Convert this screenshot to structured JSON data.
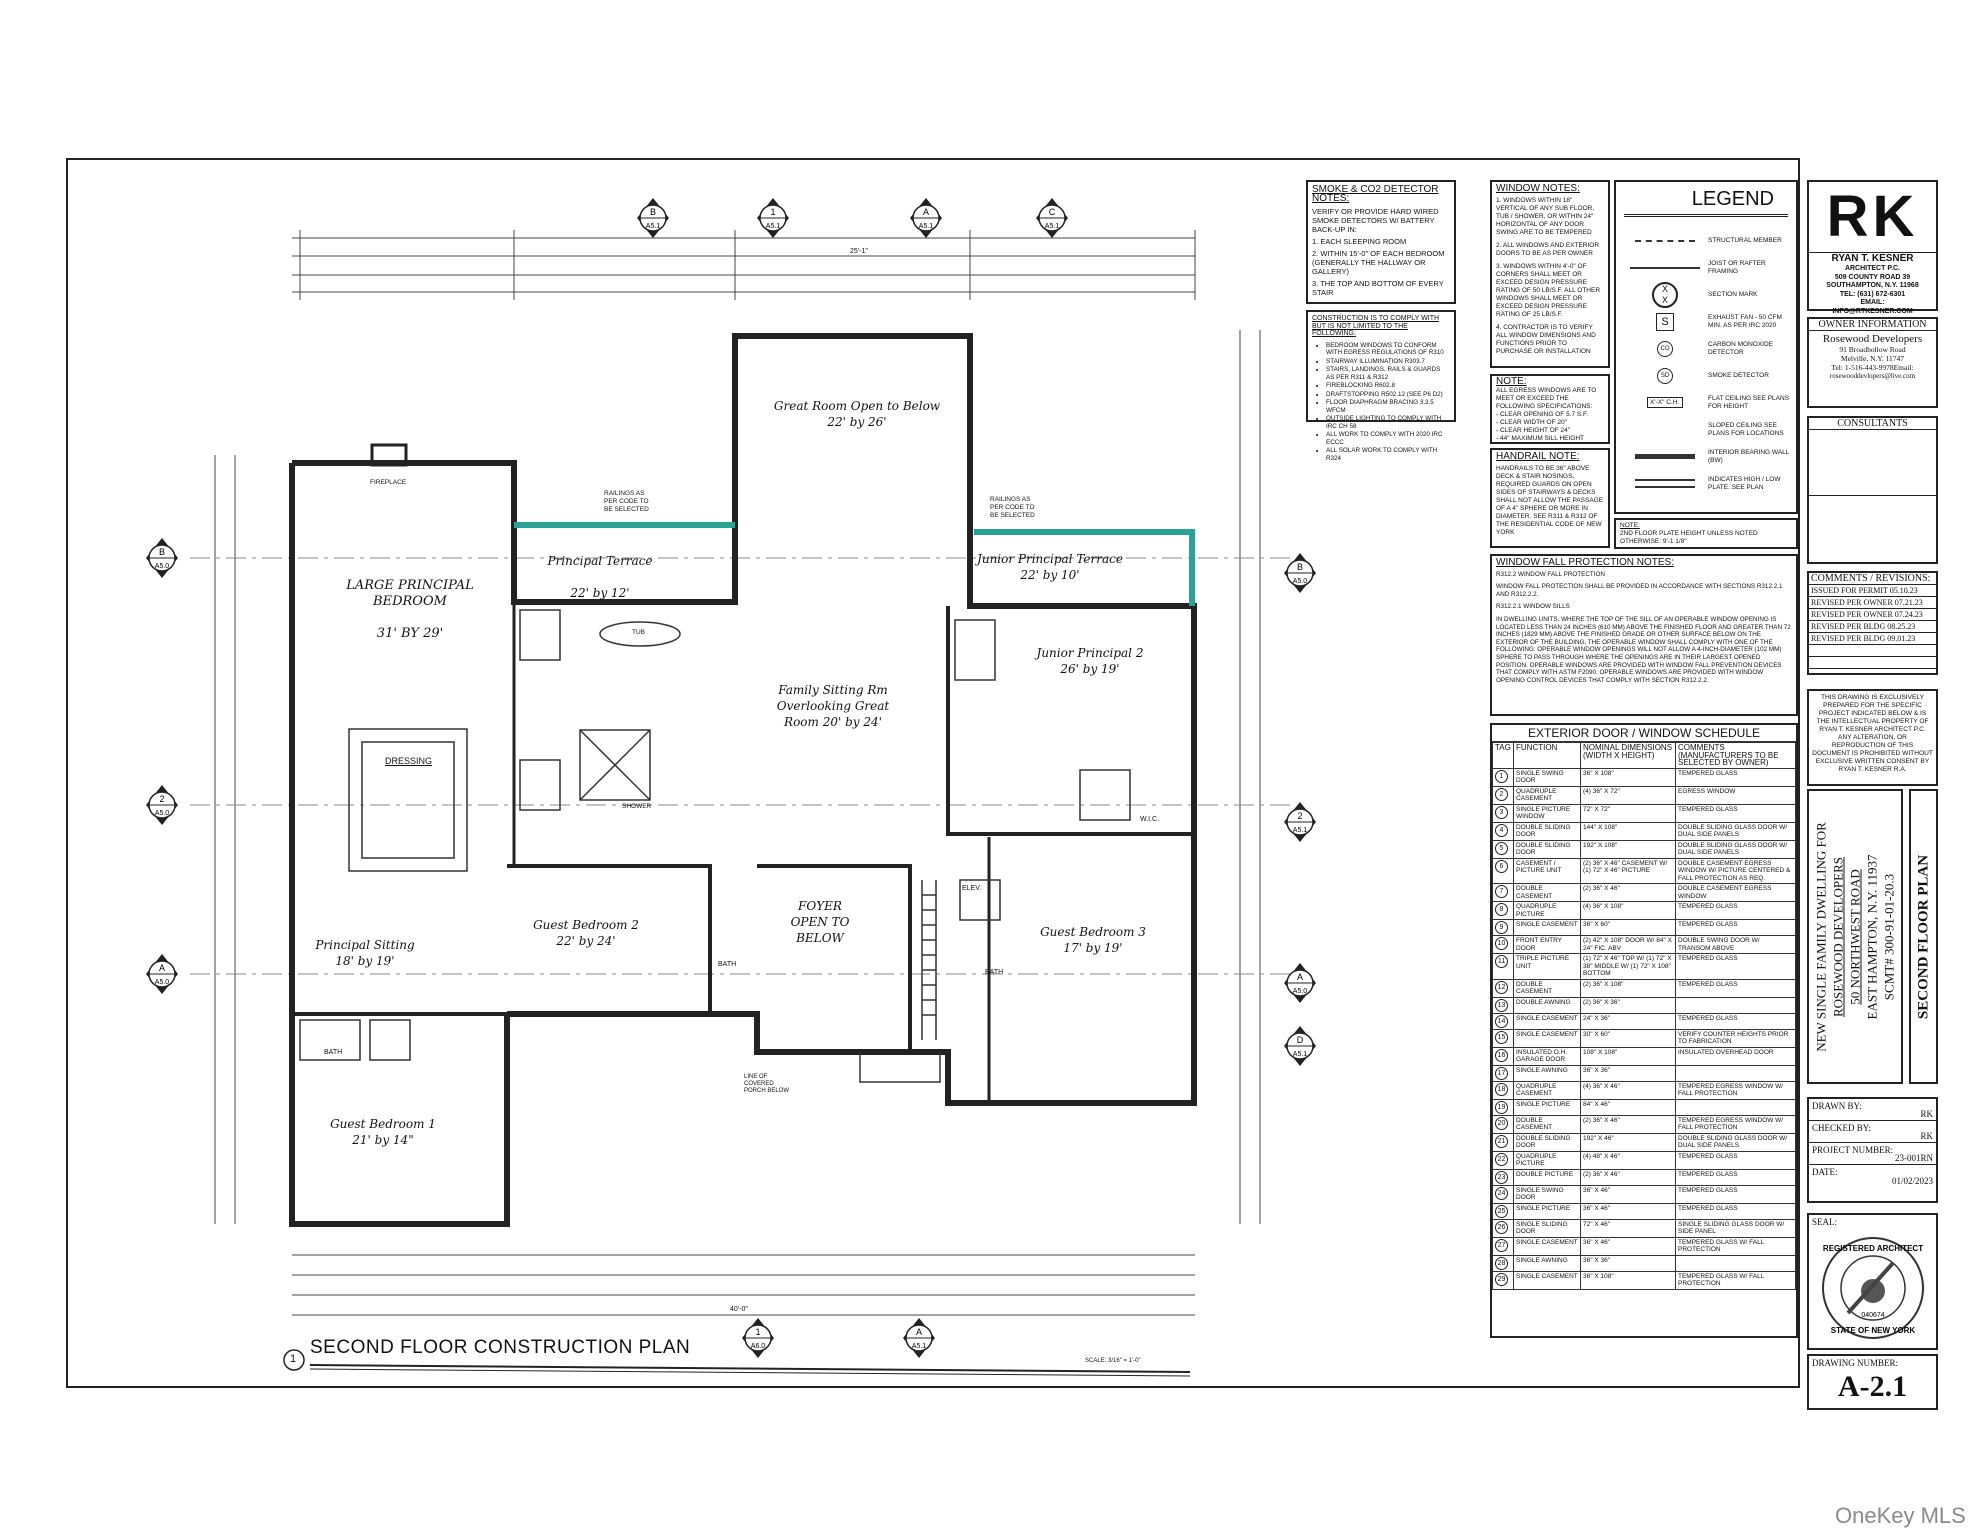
{
  "plan": {
    "title": "SECOND FLOOR CONSTRUCTION PLAN",
    "title_tag": "1",
    "scale": "SCALE: 3/16\" = 1'-0\"",
    "overall_dimension": "40'-0\"",
    "top_dimension": "25'-1\"",
    "rooms": {
      "large_principal_bedroom": "LARGE PRINCIPAL BEDROOM\n\n31' BY 29'",
      "principal_terrace": "Principal Terrace\n\n22' by 12'",
      "great_room": "Great Room Open to Below\n22' by 26'",
      "junior_principal_terrace": "Junior Principal Terrace\n22' by 10'",
      "junior_principal_2": "Junior Principal 2\n26' by 19'",
      "family_sitting": "Family Sitting Rm\nOverlooking Great\nRoom  20' by 24'",
      "foyer": "FOYER\nOPEN TO\nBELOW",
      "guest_bedroom_2": "Guest Bedroom 2\n22' by 24'",
      "guest_bedroom_3": "Guest Bedroom 3\n17' by 19'",
      "principal_sitting": "Principal Sitting\n18' by 19'",
      "guest_bedroom_1": "Guest Bedroom 1\n21' by 14\"",
      "dressing": "DRESSING"
    },
    "annotations": {
      "railings_left": "RAILINGS AS\nPER CODE TO\nBE SELECTED",
      "railings_right": "RAILINGS AS\nPER CODE TO\nBE SELECTED",
      "fireplace": "FIREPLACE",
      "bath": "BATH",
      "elev": "ELEV.",
      "wic": "W.I.C.",
      "tub": "TUB",
      "shower": "SHOWER",
      "covered_porch": "LINE OF\nCOVERED\nPORCH BELOW"
    },
    "section_marks": [
      {
        "top": "B",
        "bottom": "A5.1"
      },
      {
        "top": "1",
        "bottom": "A5.1"
      },
      {
        "top": "A",
        "bottom": "A5.1"
      },
      {
        "top": "C",
        "bottom": "A5.1"
      },
      {
        "top": "B",
        "bottom": "A5.0"
      },
      {
        "top": "2",
        "bottom": "A5.0"
      },
      {
        "top": "A",
        "bottom": "A5.0"
      },
      {
        "top": "B",
        "bottom": "A5.0"
      },
      {
        "top": "2",
        "bottom": "A5.1"
      },
      {
        "top": "A",
        "bottom": "A5.0"
      },
      {
        "top": "D",
        "bottom": "A5.1"
      },
      {
        "top": "1",
        "bottom": "A6.0"
      },
      {
        "top": "A",
        "bottom": "A5.1"
      }
    ],
    "terrace_rail_color": "#2aa394"
  },
  "notes": {
    "smoke": {
      "title": "SMOKE & CO2 DETECTOR NOTES:",
      "lines": [
        "VERIFY OR PROVIDE HARD WIRED SMOKE DETECTORS W/ BATTERY BACK-UP IN:",
        "1. EACH SLEEPING ROOM",
        "2. WITHIN 15'-0\" OF EACH BEDROOM (GENERALLY THE HALLWAY OR GALLERY)",
        "3. THE TOP AND BOTTOM OF EVERY STAIR"
      ]
    },
    "construction": {
      "title": "CONSTRUCTION IS TO COMPLY WITH BUT IS NOT LIMITED TO THE FOLLOWING:",
      "items": [
        "BEDROOM WINDOWS TO CONFORM WITH EGRESS REGULATIONS OF R310",
        "STAIRWAY ILLUMINATION R303.7",
        "STAIRS, LANDINGS, RAILS & GUARDS AS PER R311 & R312",
        "FIREBLOCKING R602.8",
        "DRAFTSTOPPING R502.12 (SEE P6 D2)",
        "FLOOR DIAPHRAGM BRACING 3.3.5 WFCM",
        "OUTSIDE LIGHTING TO COMPLY WITH IRC CH 58",
        "ALL WORK TO COMPLY WITH 2020 IRC ECCC",
        "ALL SOLAR WORK TO COMPLY WITH R324"
      ]
    },
    "window": {
      "title": "WINDOW NOTES:",
      "lines": [
        "1. WINDOWS WITHIN 18\" VERTICAL OF ANY SUB FLOOR, TUB / SHOWER, OR WITHIN 24\" HORIZONTAL OF ANY DOOR SWING ARE TO BE TEMPERED",
        "2. ALL WINDOWS AND EXTERIOR DOORS TO BE AS PER OWNER",
        "3. WINDOWS WITHIN 4'-0\" OF CORNERS SHALL MEET OR EXCEED DESIGN PRESSURE RATING OF 50 lb/S.F. ALL OTHER WINDOWS SHALL MEET OR EXCEED DESIGN PRESSURE RATING OF 25 lb/S.F.",
        "4. CONTRACTOR IS TO VERIFY ALL WINDOW DIMENSIONS AND FUNCTIONS PRIOR TO PURCHASE OR INSTALLATION"
      ]
    },
    "egress": {
      "title": "NOTE:",
      "lines": [
        "ALL EGRESS WINDOWS ARE TO MEET OR EXCEED THE FOLLOWING SPECIFICATIONS:",
        "- CLEAR OPENING OF 5.7 S.F.",
        "- CLEAR WIDTH OF 20\"",
        "- CLEAR HEIGHT OF 24\"",
        "- 44\" MAXIMUM SILL HEIGHT"
      ]
    },
    "handrail": {
      "title": "HANDRAIL NOTE:",
      "text": "HANDRAILS TO BE 36\" ABOVE DECK & STAIR NOSINGS, REQUIRED GUARDS ON OPEN SIDES OF STAIRWAYS & DECKS SHALL NOT ALLOW THE PASSAGE OF A 4\" SPHERE OR MORE IN DIAMETER. SEE R311 & R312 OF THE RESIDENTIAL CODE OF NEW YORK"
    },
    "plate": {
      "title": "NOTE:",
      "text": "2ND FLOOR PLATE HEIGHT UNLESS NOTED OTHERWISE: 9'-1 1/8\""
    },
    "fall": {
      "title": "WINDOW FALL PROTECTION NOTES:",
      "lines": [
        "R312.2 WINDOW FALL PROTECTION",
        "WINDOW FALL PROTECTION SHALL BE PROVIDED IN ACCORDANCE WITH SECTIONS R312.2.1 AND R312.2.2.",
        "R312.2.1 WINDOW SILLS",
        "IN DWELLING UNITS, WHERE THE TOP OF THE SILL OF AN OPERABLE WINDOW OPENING IS LOCATED LESS THAN 24 INCHES (610 MM) ABOVE THE FINISHED FLOOR AND GREATER THAN 72 INCHES (1829 MM) ABOVE THE FINISHED GRADE OR OTHER SURFACE BELOW ON THE EXTERIOR OF THE BUILDING, THE OPERABLE WINDOW SHALL COMPLY WITH ONE OF THE FOLLOWING: OPERABLE WINDOW OPENINGS WILL NOT ALLOW A 4-INCH-DIAMETER (102 MM) SPHERE TO PASS THROUGH WHERE THE OPENINGS ARE IN THEIR LARGEST OPENED POSITION. OPERABLE WINDOWS ARE PROVIDED WITH WINDOW FALL PREVENTION DEVICES THAT COMPLY WITH ASTM F2090. OPERABLE WINDOWS ARE PROVIDED WITH WINDOW OPENING CONTROL DEVICES THAT COMPLY WITH SECTION R312.2.2."
      ]
    }
  },
  "legend": {
    "title": "LEGEND",
    "items": [
      {
        "icon": "structural-member",
        "label": "STRUCTURAL MEMBER"
      },
      {
        "icon": "joist-arrow",
        "label": "JOIST OR RAFTER FRAMING"
      },
      {
        "icon": "section-mark",
        "label": "SECTION MARK",
        "symbol": "X"
      },
      {
        "icon": "exhaust-fan",
        "label": "EXHAUST FAN - 50 CFM MIN. AS PER IRC 2020",
        "symbol": "S"
      },
      {
        "icon": "co-detector",
        "label": "CARBON MONOXIDE DETECTOR",
        "symbol": "CO"
      },
      {
        "icon": "smoke-detector",
        "label": "SMOKE DETECTOR",
        "symbol": "SD"
      },
      {
        "icon": "flat-ceiling",
        "label": "FLAT CEILING SEE PLANS FOR HEIGHT",
        "symbol": "X'-X\" C.H."
      },
      {
        "icon": "none",
        "label": "SLOPED CEILING SEE PLANS FOR LOCATIONS"
      },
      {
        "icon": "bearing-wall",
        "label": "INTERIOR BEARING WALL (BW)"
      },
      {
        "icon": "plate-wall",
        "label": "INDICATES HIGH / LOW PLATE. SEE PLAN"
      }
    ]
  },
  "schedule": {
    "title": "EXTERIOR DOOR / WINDOW SCHEDULE",
    "headers": [
      "TAG",
      "FUNCTION",
      "NOMINAL DIMENSIONS (WIDTH X HEIGHT)",
      "COMMENTS (MANUFACTURERS TO BE SELECTED BY OWNER)"
    ],
    "rows": [
      [
        "1",
        "SINGLE SWING DOOR",
        "36\" X 108\"",
        "TEMPERED GLASS"
      ],
      [
        "2",
        "QUADRUPLE CASEMENT",
        "(4) 36\" X 72\"",
        "EGRESS WINDOW"
      ],
      [
        "3",
        "SINGLE PICTURE WINDOW",
        "72\" X 72\"",
        "TEMPERED GLASS"
      ],
      [
        "4",
        "DOUBLE SLIDING DOOR",
        "144\" X 108\"",
        "DOUBLE SLIDING GLASS DOOR W/ DUAL SIDE PANELS"
      ],
      [
        "5",
        "DOUBLE SLIDING DOOR",
        "192\" X 108\"",
        "DOUBLE SLIDING GLASS DOOR W/ DUAL SIDE PANELS"
      ],
      [
        "6",
        "CASEMENT / PICTURE UNIT",
        "(2) 36\" X 46\" CASEMENT W/ (1) 72\" X 46\" PICTURE",
        "DOUBLE CASEMENT EGRESS WINDOW W/ PICTURE CENTERED & FALL PROTECTION AS REQ."
      ],
      [
        "7",
        "DOUBLE CASEMENT",
        "(2) 36\" X 46\"",
        "DOUBLE CASEMENT EGRESS WINDOW"
      ],
      [
        "8",
        "QUADRUPLE PICTURE",
        "(4) 36\" X 108\"",
        "TEMPERED GLASS"
      ],
      [
        "9",
        "SINGLE CASEMENT",
        "36\" X 60\"",
        "TEMPERED GLASS"
      ],
      [
        "10",
        "FRONT ENTRY DOOR",
        "(2) 42\" X 108\" DOOR W/ 84\" X 24\" FIC. ABV",
        "DOUBLE SWING DOOR W/ TRANSOM ABOVE"
      ],
      [
        "11",
        "TRIPLE PICTURE UNIT",
        "(1) 72\" X 46\" TOP W/ (1) 72\" X 38\" MIDDLE W/ (1) 72\" X 108\" BOTTOM",
        "TEMPERED GLASS"
      ],
      [
        "12",
        "DOUBLE CASEMENT",
        "(2) 36\" X 108\"",
        "TEMPERED GLASS"
      ],
      [
        "13",
        "DOUBLE AWNING",
        "(2) 36\" X 36\"",
        ""
      ],
      [
        "14",
        "SINGLE CASEMENT",
        "24\" X 36\"",
        "TEMPERED GLASS"
      ],
      [
        "15",
        "SINGLE CASEMENT",
        "30\" X 60\"",
        "VERIFY COUNTER HEIGHTS PRIOR TO FABRICATION"
      ],
      [
        "16",
        "INSULATED O.H. GARAGE DOOR",
        "108\" X 108\"",
        "INSULATED OVERHEAD DOOR"
      ],
      [
        "17",
        "SINGLE AWNING",
        "36\" X 36\"",
        ""
      ],
      [
        "18",
        "QUADRUPLE CASEMENT",
        "(4) 36\" X 46\"",
        "TEMPERED EGRESS WINDOW W/ FALL PROTECTION"
      ],
      [
        "19",
        "SINGLE PICTURE",
        "84\" X 46\"",
        ""
      ],
      [
        "20",
        "DOUBLE CASEMENT",
        "(2) 36\" X 46\"",
        "TEMPERED EGRESS WINDOW W/ FALL PROTECTION"
      ],
      [
        "21",
        "DOUBLE SLIDING DOOR",
        "192\" X 46\"",
        "DOUBLE SLIDING GLASS DOOR W/ DUAL SIDE PANELS"
      ],
      [
        "22",
        "QUADRUPLE PICTURE",
        "(4) 48\" X 46\"",
        "TEMPERED GLASS"
      ],
      [
        "23",
        "DOUBLE PICTURE",
        "(2) 36\" X 46\"",
        "TEMPERED GLASS"
      ],
      [
        "24",
        "SINGLE SWING DOOR",
        "36\" X 46\"",
        "TEMPERED GLASS"
      ],
      [
        "25",
        "SINGLE PICTURE",
        "36\" X 46\"",
        "TEMPERED GLASS"
      ],
      [
        "26",
        "SINGLE SLIDING DOOR",
        "72\" X 46\"",
        "SINGLE SLIDING GLASS DOOR W/ SIDE PANEL"
      ],
      [
        "27",
        "SINGLE CASEMENT",
        "36\" X 46\"",
        "TEMPERED GLASS W/ FALL PROTECTION"
      ],
      [
        "28",
        "SINGLE AWNING",
        "36\" X 36\"",
        ""
      ],
      [
        "29",
        "SINGLE CASEMENT",
        "36\" X 108\"",
        "TEMPERED GLASS W/ FALL PROTECTION"
      ]
    ]
  },
  "title_block": {
    "logo": "RK",
    "firm": [
      "RYAN T. KESNER",
      "ARCHITECT P.C.",
      "509 COUNTY ROAD 39",
      "SOUTHAMPTON, N.Y. 11968",
      "TEL: (631) 672-6301",
      "EMAIL:",
      "INFO@RTKESNER.COM"
    ],
    "owner_header": "OWNER INFORMATION",
    "owner": [
      "Rosewood Developers",
      "91 Broadhollow Road",
      "Melville, N.Y. 11747",
      "Tel: 1-516-443-9978Email:",
      "rosewooddevlopers@live.com"
    ],
    "consultants_header": "CONSULTANTS",
    "revisions_header": "COMMENTS / REVISIONS:",
    "revisions": [
      "ISSUED FOR PERMIT 05.10.23",
      "REVISED PER OWNER 07.21.23",
      "REVISED PER OWNER 07.24.23",
      "REVISED PER BLDG 08.25.23",
      "REVISED PER BLDG 09.01.23"
    ],
    "disclaimer": "THIS DRAWING IS EXCLUSIVELY PREPARED FOR THE SPECIFIC PROJECT INDICATED BELOW & IS THE INTELLECTUAL PROPERTY OF RYAN T. KESNER ARCHITECT P.C. ANY ALTERATION, OR REPRODUCTION OF THIS DOCUMENT IS PROHIBITED WITHOUT EXCLUSIVE WRITTEN CONSENT BY RYAN T. KESNER R.A.",
    "project": [
      "NEW SINGLE FAMILY DWELLING FOR",
      "ROSEWOOD DEVELOPERS",
      "50 NORTHWEST ROAD",
      "EAST HAMPTON, N.Y. 11937",
      "SCMT# 300-91-01-20.3"
    ],
    "sheet_title": "SECOND FLOOR PLAN",
    "drawn_by_label": "DRAWN BY:",
    "drawn_by": "RK",
    "checked_by_label": "CHECKED BY:",
    "checked_by": "RK",
    "project_number_label": "PROJECT NUMBER:",
    "project_number": "23-001RN",
    "date_label": "DATE:",
    "date": "01/02/2023",
    "seal_label": "SEAL:",
    "seal_text": "REGISTERED ARCHITECT · RYAN T. KESNER · 040674 · STATE OF NEW YORK",
    "drawing_number_label": "DRAWING NUMBER:",
    "drawing_number": "A-2.1"
  },
  "watermark": "OneKey MLS"
}
